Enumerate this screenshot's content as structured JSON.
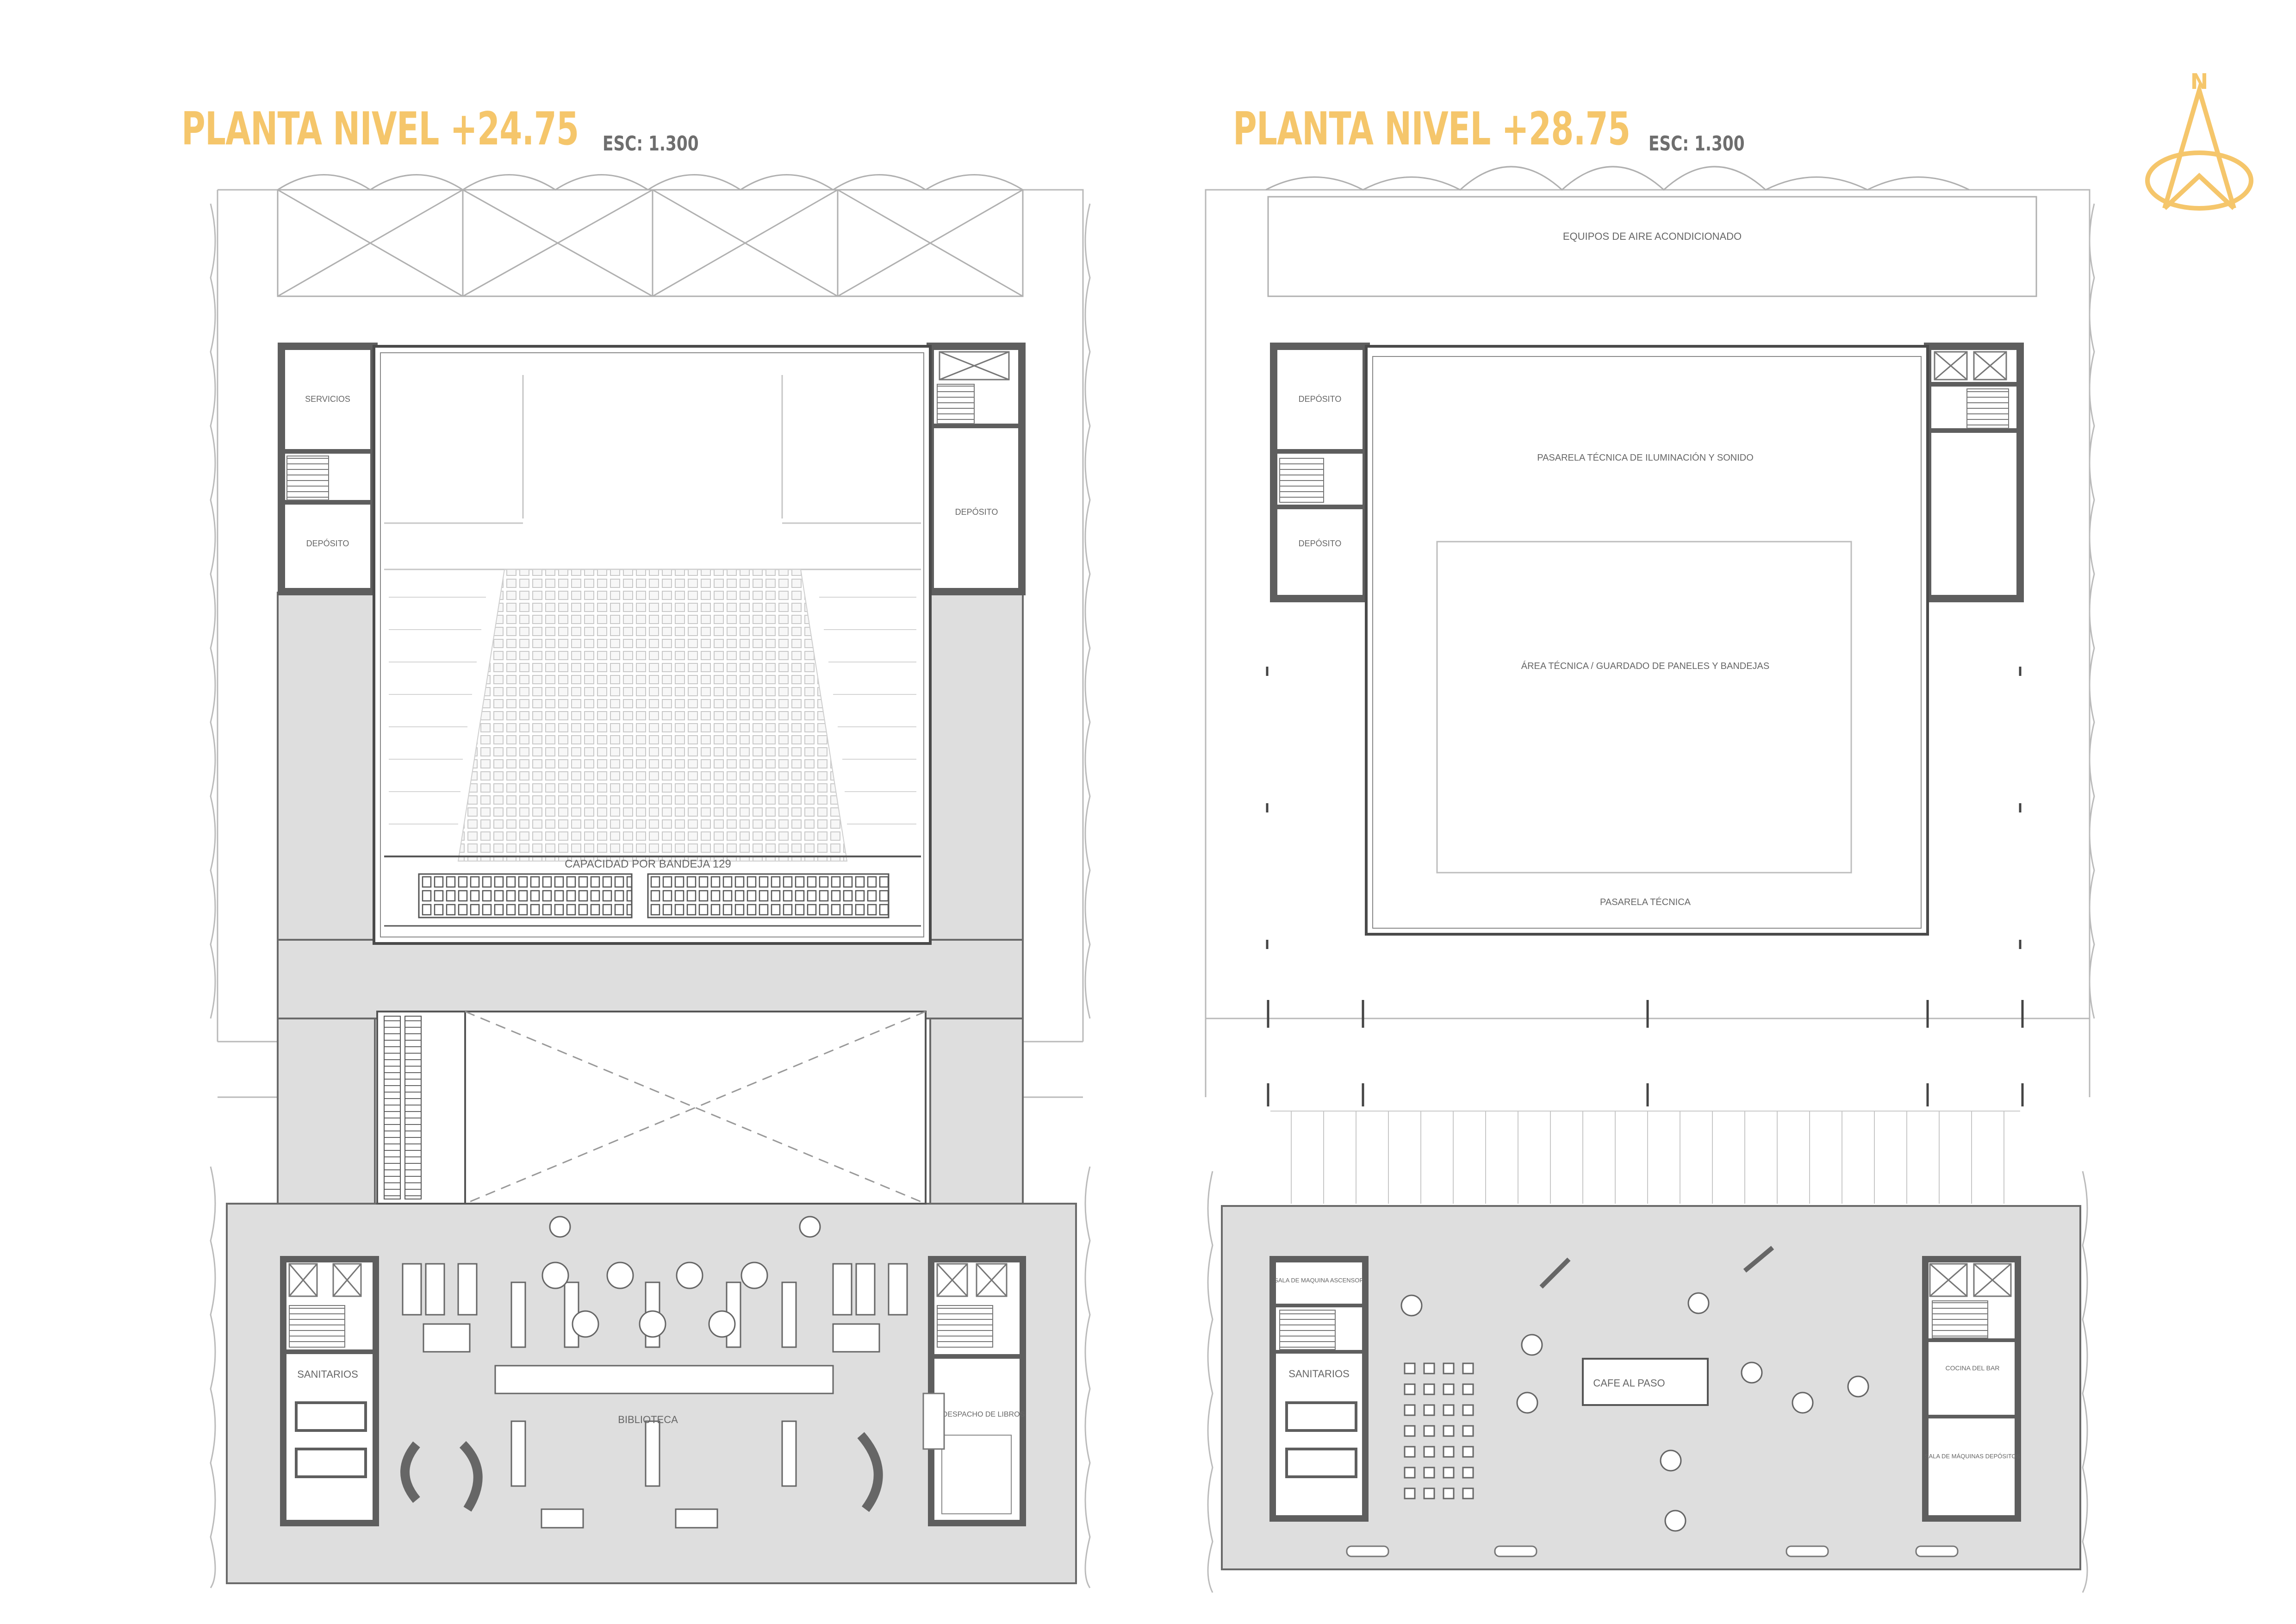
{
  "plans": [
    {
      "title": "PLANTA NIVEL +24.75",
      "scale": "ESC: 1.300",
      "labels": {
        "servicios": "SERVICIOS",
        "deposito_left": "DEPÓSITO",
        "deposito_right": "DEPÓSITO",
        "capacidad": "CAPACIDAD POR BANDEJA 129",
        "sanitarios": "SANITARIOS",
        "biblioteca": "BIBLIOTECA",
        "despacho": "DESPACHO DE LIBROS"
      }
    },
    {
      "title": "PLANTA NIVEL +28.75",
      "scale": "ESC: 1.300",
      "labels": {
        "equipos": "EQUIPOS DE AIRE ACONDICIONADO",
        "deposito_top": "DEPÓSITO",
        "deposito_bottom": "DEPÓSITO",
        "pasarela_iluminacion": "PASARELA TÉCNICA DE ILUMINACIÓN Y SONIDO",
        "area_tecnica": "ÁREA TÉCNICA / GUARDADO DE PANELES Y BANDEJAS",
        "pasarela": "PASARELA TÉCNICA",
        "sala_maquinas_ascensor": "SALA DE MAQUINA ASCENSOR",
        "sanitarios": "SANITARIOS",
        "cafe": "CAFE AL PASO",
        "cocina": "COCINA DEL BAR",
        "sala_maquinas_depositos": "SALA DE MÁQUINAS DEPÓSITOS"
      }
    }
  ],
  "north": {
    "label": "N",
    "icon": "north-arrow-icon"
  },
  "colors": {
    "title": "#f5c66b",
    "wall": "#5e5e5e",
    "floor": "#dedede",
    "line": "#9a9a9a"
  }
}
